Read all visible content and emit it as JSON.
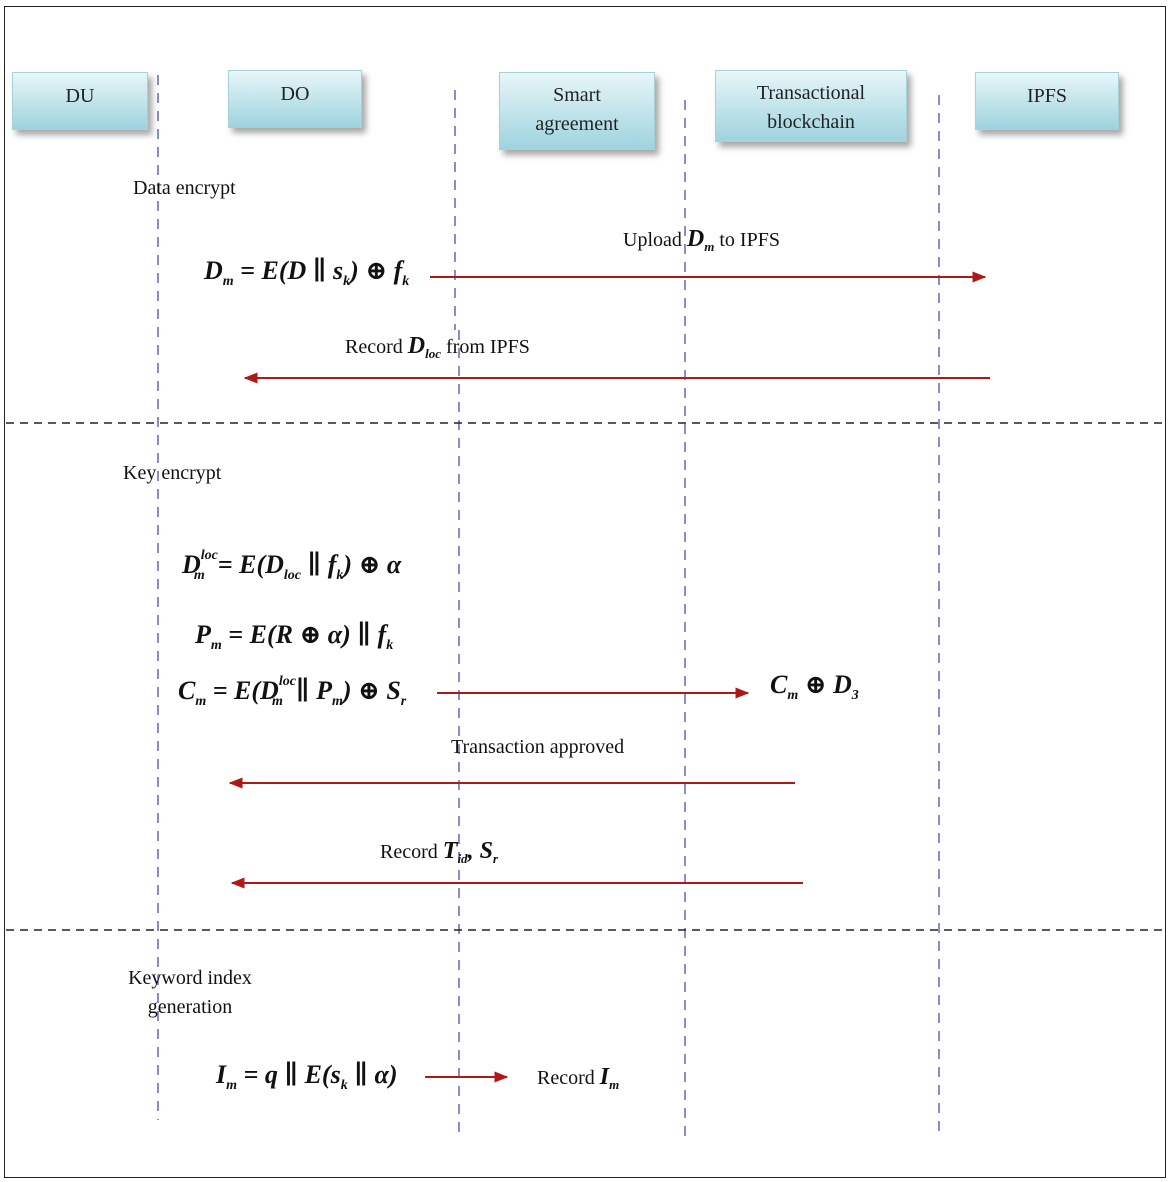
{
  "actors": [
    {
      "id": "du",
      "label": "DU"
    },
    {
      "id": "do",
      "label": "DO"
    },
    {
      "id": "sa",
      "label": "Smart\nagreement",
      "line1": "Smart",
      "line2": "agreement"
    },
    {
      "id": "tb",
      "label": "Transactional\nblockchain",
      "line1": "Transactional",
      "line2": "blockchain"
    },
    {
      "id": "ipfs",
      "label": "IPFS"
    }
  ],
  "sections": {
    "data_encrypt": "Data encrypt",
    "key_encrypt": "Key encrypt",
    "keyword_line1": "Keyword index",
    "keyword_line2": "generation"
  },
  "messages": {
    "upload_prefix": "Upload",
    "upload_var": "D",
    "upload_sub": "m",
    "upload_suffix": "to IPFS",
    "record_loc_prefix": "Record",
    "record_loc_var": "D",
    "record_loc_sub": "loc",
    "record_loc_suffix": "from IPFS",
    "tx_approved": "Transaction approved",
    "record_tid_prefix": "Record",
    "record_tid_var": "T",
    "record_tid_sub": "id",
    "record_tid_mid": ", S",
    "record_tid_sub2": "r",
    "record_im_prefix": "Record",
    "record_im_var": "I",
    "record_im_sub": "m"
  },
  "equations": {
    "eq1": "D_m = E(D || s_k) ⊕ f_k",
    "eq2": "D_m^loc = E(D_loc || f_k) ⊕ α",
    "eq3": "P_m = E(R ⊕ α) || f_k",
    "eq4": "C_m = E(D_m^loc || P_m) ⊕ S_r",
    "eq5": "C_m ⊕ D_3",
    "eq6": "I_m = q || E(s_k || α)"
  },
  "colors": {
    "arrow": "#b01818",
    "lifeline": "#5a5ab4",
    "divider": "#222222"
  }
}
